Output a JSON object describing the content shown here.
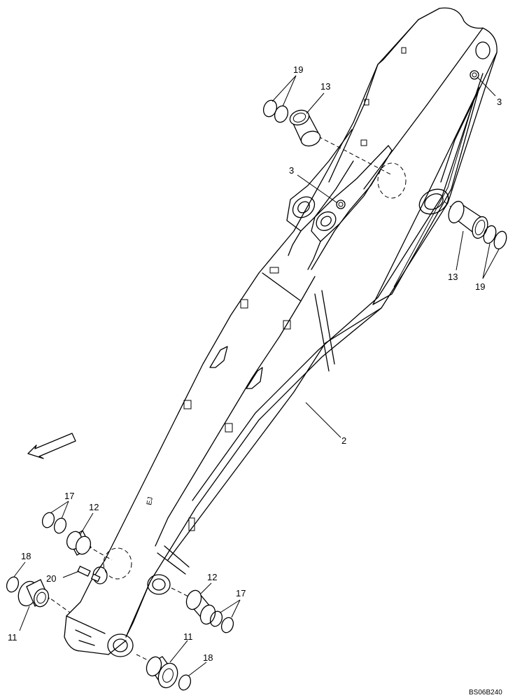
{
  "figure": {
    "drawing_code": "BS06B240"
  },
  "callouts": [
    {
      "id": "boom",
      "number": "2"
    },
    {
      "id": "grease-fitting-upper-right",
      "number": "3"
    },
    {
      "id": "grease-fitting-middle",
      "number": "3"
    },
    {
      "id": "bushing-lower-left",
      "number": "11"
    },
    {
      "id": "bushing-bottom",
      "number": "11"
    },
    {
      "id": "bushing-lower-left-inner",
      "number": "12"
    },
    {
      "id": "bushing-lower-right",
      "number": "12"
    },
    {
      "id": "bushing-upper-left",
      "number": "13"
    },
    {
      "id": "bushing-upper-right",
      "number": "13"
    },
    {
      "id": "shim-lower-left",
      "number": "17"
    },
    {
      "id": "shim-lower-right",
      "number": "17"
    },
    {
      "id": "seal-lower-left",
      "number": "18"
    },
    {
      "id": "seal-bottom",
      "number": "18"
    },
    {
      "id": "shim-upper-left",
      "number": "19"
    },
    {
      "id": "shim-upper-right",
      "number": "19"
    },
    {
      "id": "grease-fitting-lower",
      "number": "20"
    }
  ]
}
